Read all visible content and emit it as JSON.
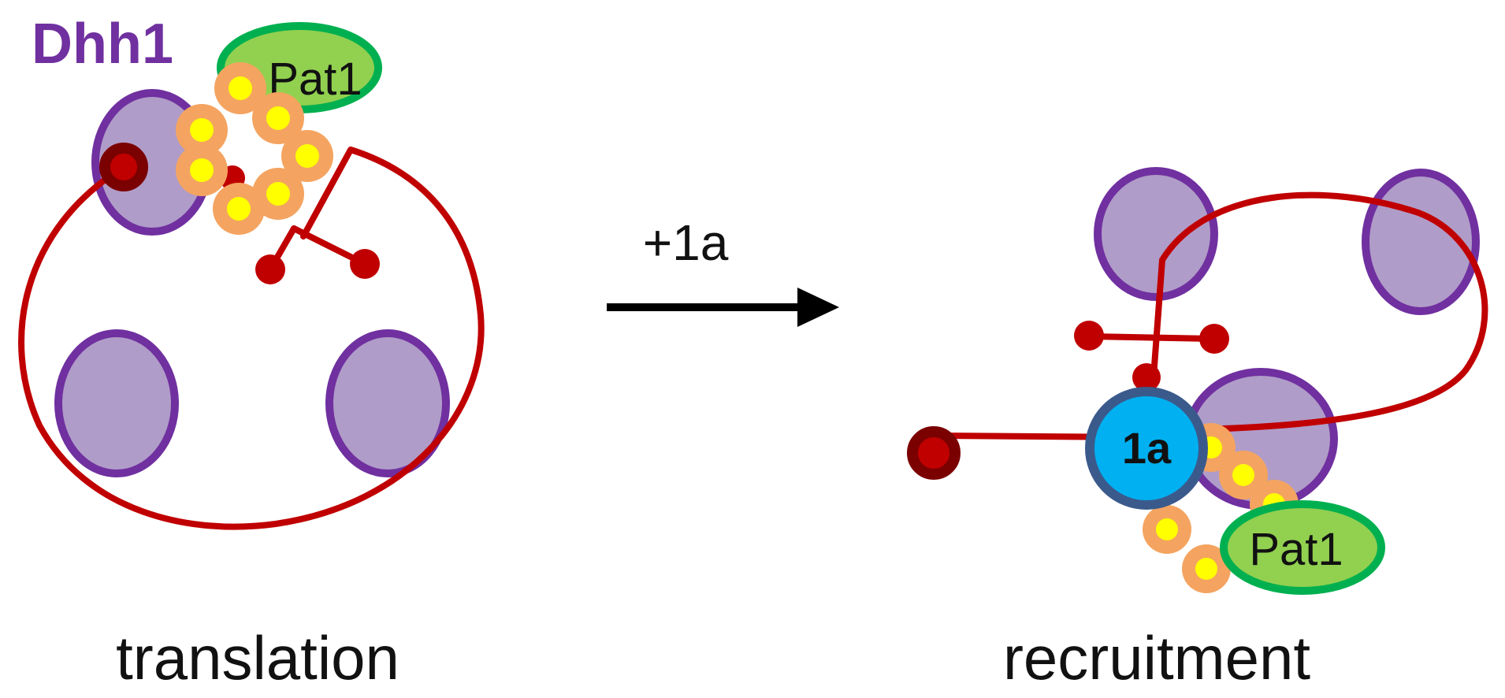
{
  "colors": {
    "ribosome_fill": "#B09CC8",
    "ribosome_stroke": "#7030A0",
    "dhh1_label": "#7030A0",
    "rna": "#C00000",
    "cap_fill": "#C00000",
    "cap_stroke": "#7B0000",
    "pat1_fill": "#92D050",
    "pat1_stroke": "#00B050",
    "lsm_fill": "#F4A460",
    "lsm_core": "#FFFF00",
    "protein_1a_fill": "#00B0F0",
    "protein_1a_stroke": "#3B5A8C",
    "arrow": "#000000"
  },
  "labels": {
    "dhh1": "Dhh1",
    "pat1_left": "Pat1",
    "pat1_right": "Pat1",
    "protein_1a": "1a",
    "arrow": "+1a",
    "caption_left": "translation",
    "caption_right": "recruitment"
  }
}
